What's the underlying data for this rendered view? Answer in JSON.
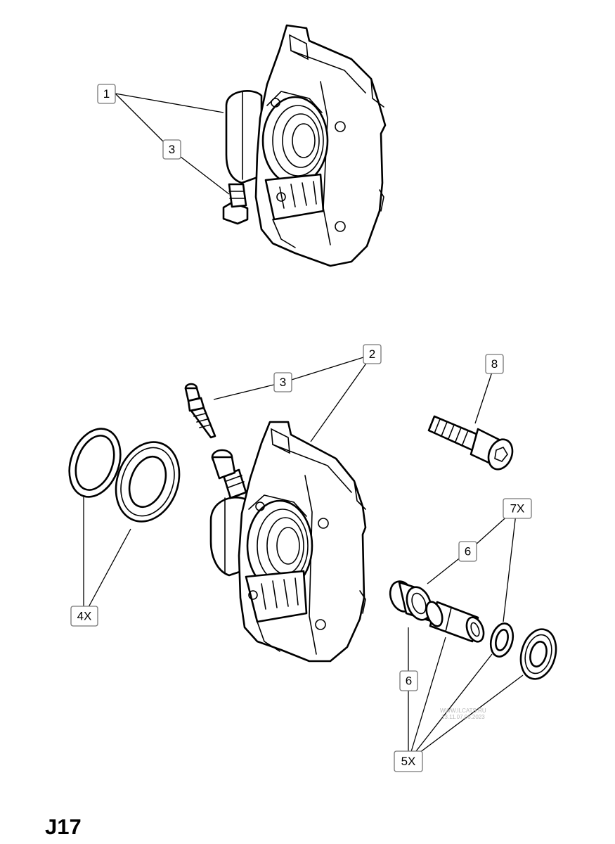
{
  "page_code": "J17",
  "watermark": {
    "line1": "WWW.ILCATS.RU",
    "line2": "13.11.07.06.2023"
  },
  "callouts": {
    "top_1": "1",
    "top_3": "3",
    "bottom_2": "2",
    "bottom_3": "3",
    "bolt_8": "8",
    "seals_4x": "4X",
    "boot_7x": "7X",
    "bushing_6_upper": "6",
    "bushing_6_lower": "6",
    "kit_5x": "5X"
  }
}
